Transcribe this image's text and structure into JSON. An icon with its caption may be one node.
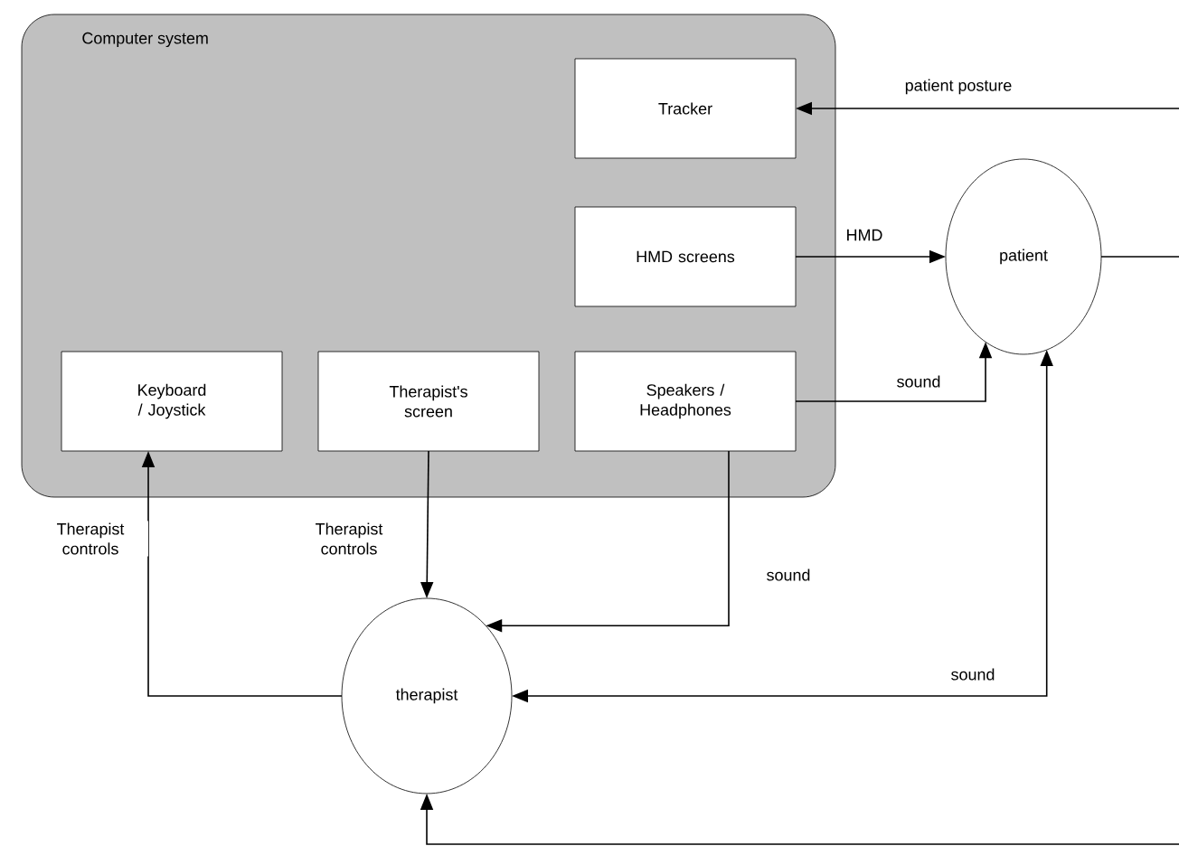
{
  "diagram": {
    "nodes": [
      {
        "text": [
          "Computer system"
        ]
      },
      {
        "text": [
          "Tracker"
        ],
        "in": 0
      },
      {
        "text": [
          "HMD screens"
        ],
        "in": 0
      },
      {
        "text": [
          "Keyboard / Joystick"
        ],
        "in": 0
      },
      {
        "text": [
          "Therapist's screen"
        ],
        "in": 0
      },
      {
        "text": [
          "Speakers / Headphones"
        ],
        "in": 0
      },
      {
        "text": [
          "patient"
        ]
      },
      {
        "text": [
          "therapist"
        ]
      }
    ],
    "edges": [
      {
        "from": null,
        "to": 1,
        "arrow": "to",
        "label": "patient posture"
      },
      {
        "from": 2,
        "to": 6,
        "arrow": "to",
        "label": "HMD"
      },
      {
        "from": 5,
        "to": 6,
        "arrow": "to",
        "label": "sound"
      },
      {
        "from": 7,
        "to": 6,
        "arrow": "both",
        "label": "sound"
      },
      {
        "from": 5,
        "to": 7,
        "arrow": "to",
        "label": "sound"
      },
      {
        "from": 4,
        "to": 7,
        "arrow": "to",
        "label": "Therapist controls"
      },
      {
        "from": 7,
        "to": 3,
        "arrow": "to",
        "label": "Therapist controls"
      },
      {
        "from": 6,
        "to": null,
        "arrow": "none"
      },
      {
        "from": null,
        "to": 7,
        "arrow": "to"
      }
    ]
  }
}
